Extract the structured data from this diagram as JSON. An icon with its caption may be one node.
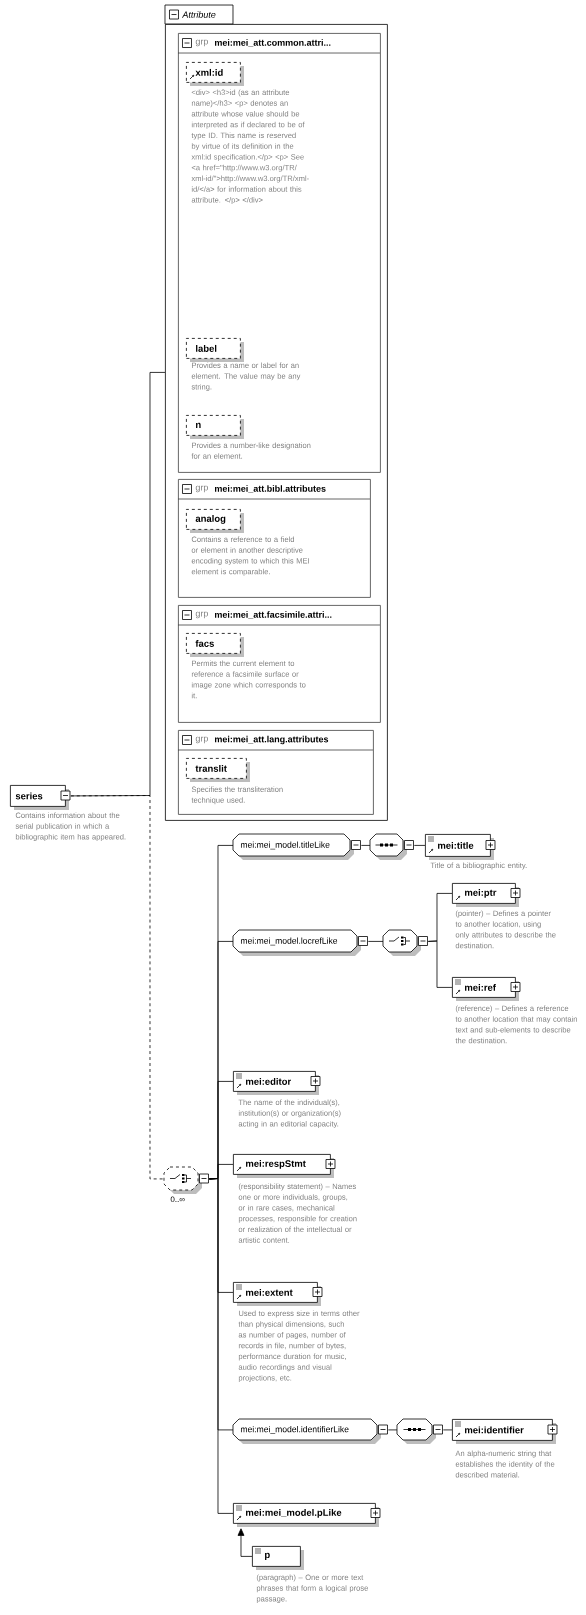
{
  "diagram": {
    "nodes": [
      {
        "text": [
          "series"
        ],
        "beside": [
          "Contains information about the serial publication in which a bibliographic item has appeared."
        ]
      },
      {
        "text": [
          "Attribute"
        ]
      },
      {
        "text": [
          "grp",
          "mei:mei_att.common.attri..."
        ],
        "in": 1
      },
      {
        "text": [
          "xml:id"
        ],
        "in": 2,
        "beside": [
          "<div> <h3>id (as an attribute name)</h3> <p> denotes an attribute whose value should be interpreted as if declared to be of type ID. This name is reserved by virtue of its definition in the xml:id specification.</p> <p> See <a href=\"http://www.w3.org/TR/xml-id/\">http://www.w3.org/TR/xml-id/</a> for information about this attribute. </p> </div>"
        ]
      },
      {
        "text": [
          "label"
        ],
        "in": 2,
        "beside": [
          "Provides a name or label for an element. The value may be any string."
        ]
      },
      {
        "text": [
          "n"
        ],
        "in": 2,
        "beside": [
          "Provides a number-like designation for an element."
        ]
      },
      {
        "text": [
          "grp",
          "mei:mei_att.bibl.attributes"
        ],
        "in": 1
      },
      {
        "text": [
          "analog"
        ],
        "in": 6,
        "beside": [
          "Contains a reference to a field or element in another descriptive encoding system to which this MEI element is comparable."
        ]
      },
      {
        "text": [
          "grp",
          "mei:mei_att.facsimile.attri..."
        ],
        "in": 1
      },
      {
        "text": [
          "facs"
        ],
        "in": 8,
        "beside": [
          "Permits the current element to reference a facsimile surface or image zone which corresponds to it."
        ]
      },
      {
        "text": [
          "grp",
          "mei:mei_att.lang.attributes"
        ],
        "in": 1
      },
      {
        "text": [
          "translit"
        ],
        "in": 10,
        "beside": [
          "Specifies the transliteration technique used."
        ]
      },
      {
        "text": [],
        "shape": "octagon",
        "beside": [
          "0..∞"
        ]
      },
      {
        "text": [
          "mei:mei_model.titleLike"
        ]
      },
      {
        "text": [],
        "shape": "octagon"
      },
      {
        "text": [
          "mei:title"
        ],
        "beside": [
          "Title of a bibliographic entity."
        ]
      },
      {
        "text": [
          "mei:mei_model.locrefLike"
        ]
      },
      {
        "text": [],
        "shape": "octagon"
      },
      {
        "text": [
          "mei:ptr"
        ],
        "beside": [
          "(pointer) – Defines a pointer to another location, using only attributes to describe the destination."
        ]
      },
      {
        "text": [
          "mei:ref"
        ],
        "beside": [
          "(reference) – Defines a reference to another location that may contain text and sub-elements to describe the destination."
        ]
      },
      {
        "text": [
          "mei:editor"
        ],
        "beside": [
          "The name of the individual(s), institution(s) or organization(s) acting in an editorial capacity."
        ]
      },
      {
        "text": [
          "mei:respStmt"
        ],
        "beside": [
          "(responsibility statement) – Names one or more individuals, groups, or in rare cases, mechanical processes, responsible for creation or realization of the intellectual or artistic content."
        ]
      },
      {
        "text": [
          "mei:extent"
        ],
        "beside": [
          "Used to express size in terms other than physical dimensions, such as number of pages, number of records in file, number of bytes, performance duration for music, audio recordings and visual projections, etc."
        ]
      },
      {
        "text": [
          "mei:mei_model.identifierLike"
        ]
      },
      {
        "text": [],
        "shape": "octagon"
      },
      {
        "text": [
          "mei:identifier"
        ],
        "beside": [
          "An alpha-numeric string that establishes the identity of the described material."
        ]
      },
      {
        "text": [
          "mei:mei_model.pLike"
        ]
      },
      {
        "text": [
          "p"
        ],
        "beside": [
          "(paragraph) – One or more text phrases that form a logical prose passage."
        ]
      }
    ],
    "edges": [
      {
        "from": 0,
        "to": 1,
        "arrow": "none"
      },
      {
        "from": 0,
        "to": 12,
        "arrow": "none",
        "style": "dashed"
      },
      {
        "from": 12,
        "to": 13,
        "arrow": "none"
      },
      {
        "from": 13,
        "to": 14,
        "arrow": "none"
      },
      {
        "from": 14,
        "to": 15,
        "arrow": "none"
      },
      {
        "from": 12,
        "to": 16,
        "arrow": "none"
      },
      {
        "from": 16,
        "to": 17,
        "arrow": "none"
      },
      {
        "from": 17,
        "to": 18,
        "arrow": "none"
      },
      {
        "from": 17,
        "to": 19,
        "arrow": "none"
      },
      {
        "from": 12,
        "to": 20,
        "arrow": "none"
      },
      {
        "from": 12,
        "to": 21,
        "arrow": "none"
      },
      {
        "from": 12,
        "to": 22,
        "arrow": "none"
      },
      {
        "from": 12,
        "to": 23,
        "arrow": "none"
      },
      {
        "from": 23,
        "to": 24,
        "arrow": "none"
      },
      {
        "from": 24,
        "to": 25,
        "arrow": "none"
      },
      {
        "from": 12,
        "to": 26,
        "arrow": "none"
      },
      {
        "from": 27,
        "to": 26,
        "arrow": "to"
      }
    ]
  }
}
